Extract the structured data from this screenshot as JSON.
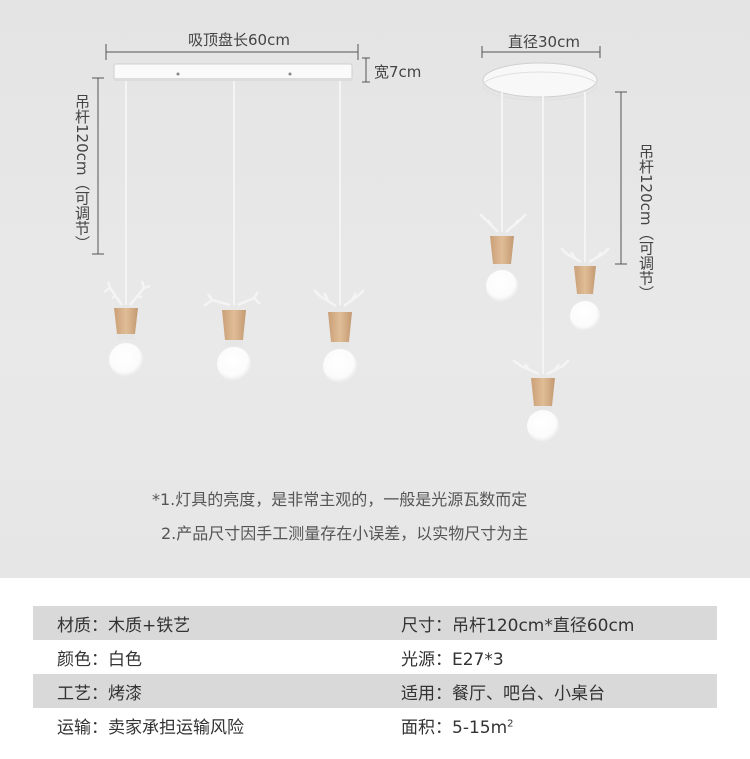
{
  "dimensions": {
    "plate_length": "吸顶盘长60cm",
    "plate_width": "宽7cm",
    "rod_left": "吊杆120cm（可调节）",
    "diameter": "直径30cm",
    "rod_right": "吊杆120cm（可调节）"
  },
  "notes": [
    "*1.灯具的亮度，是非常主观的，一般是光源瓦数而定",
    "2.产品尺寸因手工测量存在小误差，以实物尺寸为主"
  ],
  "specs": [
    {
      "left": "材质：木质+铁艺",
      "right": "尺寸：吊杆120cm*直径60cm"
    },
    {
      "left": "颜色：白色",
      "right": "光源：E27*3"
    },
    {
      "left": "工艺：烤漆",
      "right": "适用：餐厅、吧台、小桌台"
    },
    {
      "left": "运输：卖家承担运输风险",
      "right_text": "面积：5-15m",
      "right_sup": "2"
    }
  ],
  "colors": {
    "background_photo": "#e6e6e6",
    "row_shade": "#d9d9d9",
    "wood": "#d9b48f"
  }
}
